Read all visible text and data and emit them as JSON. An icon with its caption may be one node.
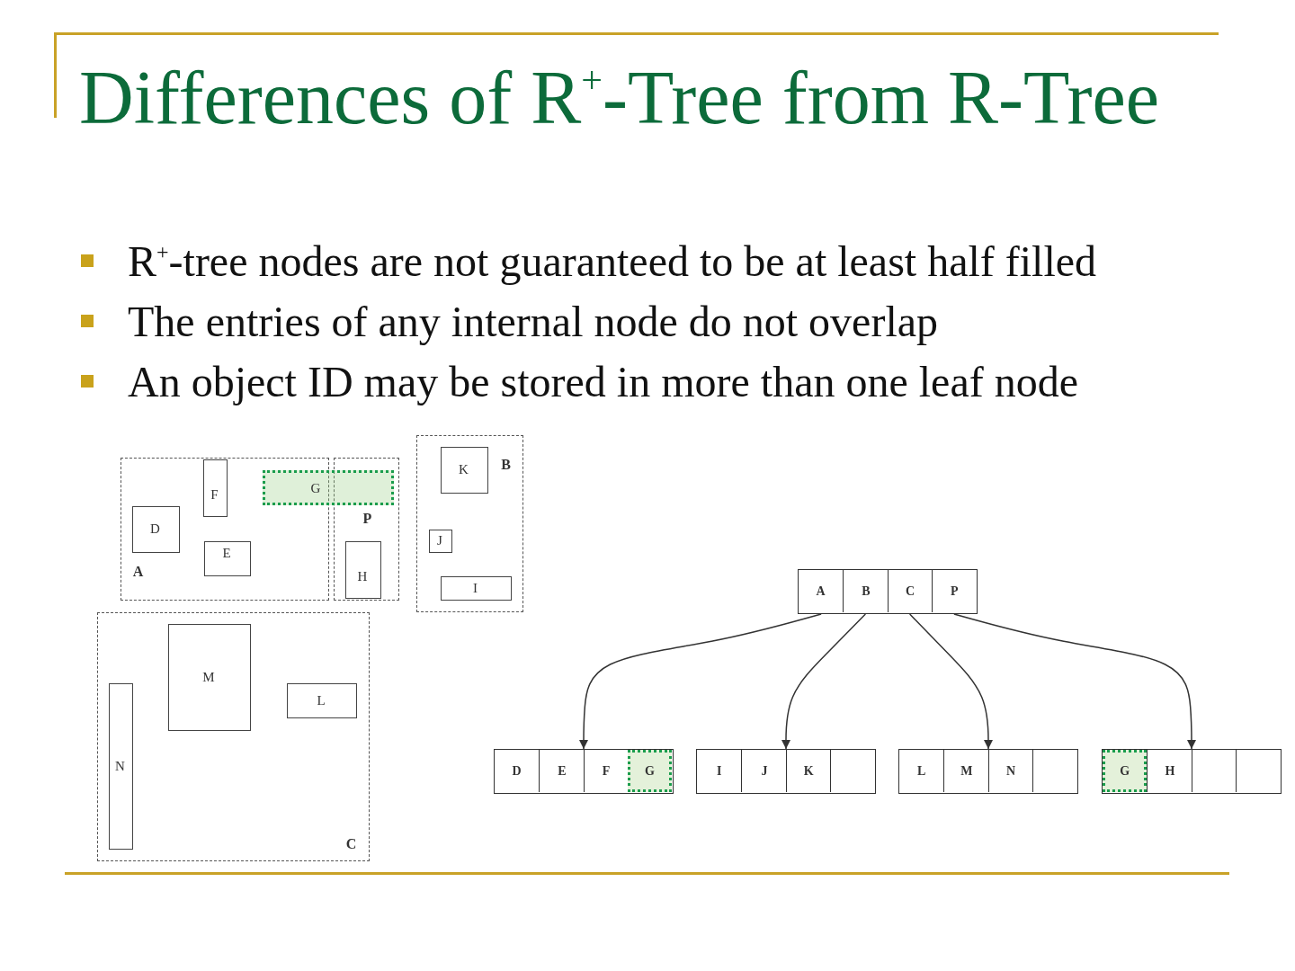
{
  "diagram": {
    "title": "Differences of R$^{+}$-Tree from R-Tree",
    "nodes": [
      {
        "text": [
          "A"
        ]
      },
      {
        "text": [
          "D"
        ],
        "in": 0
      },
      {
        "text": [
          "E"
        ],
        "in": 0
      },
      {
        "text": [
          "F"
        ],
        "in": 0
      },
      {
        "text": [
          "G"
        ]
      },
      {
        "text": [
          "P"
        ]
      },
      {
        "text": [
          "H"
        ],
        "in": 5
      },
      {
        "text": [
          "B"
        ]
      },
      {
        "text": [
          "K"
        ],
        "in": 7
      },
      {
        "text": [
          "J"
        ],
        "in": 7
      },
      {
        "text": [
          "I"
        ],
        "in": 7
      },
      {
        "text": [
          "C"
        ]
      },
      {
        "text": [
          "M"
        ],
        "in": 11
      },
      {
        "text": [
          "L"
        ],
        "in": 11
      },
      {
        "text": [
          "N"
        ],
        "in": 11
      },
      {
        "text": [],
        "shape": "box"
      },
      {
        "text": [
          "A"
        ],
        "in": 15
      },
      {
        "text": [
          "B"
        ],
        "in": 15
      },
      {
        "text": [
          "C"
        ],
        "in": 15
      },
      {
        "text": [
          "P"
        ],
        "in": 15
      },
      {
        "text": [],
        "shape": "box"
      },
      {
        "text": [
          "D"
        ],
        "in": 20
      },
      {
        "text": [
          "E"
        ],
        "in": 20
      },
      {
        "text": [
          "F"
        ],
        "in": 20
      },
      {
        "text": [
          "G"
        ],
        "in": 20
      },
      {
        "text": [],
        "shape": "box"
      },
      {
        "text": [
          "I"
        ],
        "in": 25
      },
      {
        "text": [
          "J"
        ],
        "in": 25
      },
      {
        "text": [
          "K"
        ],
        "in": 25
      },
      {
        "text": [],
        "shape": "box",
        "in": 25
      },
      {
        "text": [],
        "shape": "box"
      },
      {
        "text": [
          "L"
        ],
        "in": 30
      },
      {
        "text": [
          "M"
        ],
        "in": 30
      },
      {
        "text": [
          "N"
        ],
        "in": 30
      },
      {
        "text": [],
        "shape": "box",
        "in": 30
      },
      {
        "text": [],
        "shape": "box"
      },
      {
        "text": [
          "G"
        ],
        "in": 35
      },
      {
        "text": [
          "H"
        ],
        "in": 35
      },
      {
        "text": [],
        "shape": "box",
        "in": 35
      },
      {
        "text": [],
        "shape": "box",
        "in": 35
      }
    ],
    "edges": [
      {
        "from": 16,
        "to": 20,
        "arrow": "to"
      },
      {
        "from": 17,
        "to": 25,
        "arrow": "to"
      },
      {
        "from": 18,
        "to": 30,
        "arrow": "to"
      },
      {
        "from": 19,
        "to": 35,
        "arrow": "to"
      }
    ],
    "labels": [
      "R$^{+}$-tree nodes are not guaranteed to be at least half filled",
      "The entries of any internal node do not overlap",
      "An object ID may be stored in more than one leaf node"
    ]
  }
}
